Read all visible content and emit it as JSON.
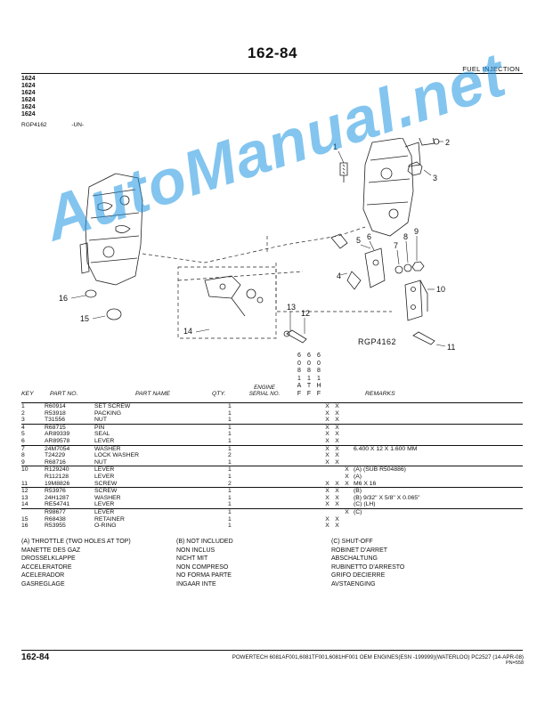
{
  "header": {
    "title": "162-84",
    "section": "FUEL INJECTION"
  },
  "models": [
    "1624",
    "1624",
    "1624",
    "1624",
    "1624",
    "1624"
  ],
  "figure": {
    "ref": "RGP4162",
    "tag": "-UN-",
    "image_label": "RGP4162",
    "callouts": [
      "1",
      "2",
      "3",
      "4",
      "5",
      "6",
      "7",
      "8",
      "9",
      "10",
      "11",
      "12",
      "13",
      "14",
      "15",
      "16"
    ]
  },
  "watermark": "AutoManual.net",
  "model_columns": [
    [
      "6",
      "0",
      "8",
      "1",
      "A",
      "F"
    ],
    [
      "6",
      "0",
      "8",
      "1",
      "T",
      "F"
    ],
    [
      "6",
      "0",
      "8",
      "1",
      "H",
      "F"
    ]
  ],
  "columns": {
    "key": "KEY",
    "part_no": "PART NO.",
    "part_name": "PART NAME",
    "qty": "QTY.",
    "engine_serial_1": "ENGINE",
    "engine_serial_2": "SERIAL NO.",
    "remarks": "REMARKS"
  },
  "parts": [
    {
      "key": "1",
      "part": "R60914",
      "name": "SET SCREW",
      "qty": "1",
      "m1": "X",
      "m2": "X",
      "m3": "",
      "rem": "",
      "sep": true
    },
    {
      "key": "2",
      "part": "R53918",
      "name": "PACKING",
      "qty": "1",
      "m1": "X",
      "m2": "X",
      "m3": "",
      "rem": ""
    },
    {
      "key": "3",
      "part": "T31556",
      "name": "NUT",
      "qty": "1",
      "m1": "X",
      "m2": "X",
      "m3": "",
      "rem": ""
    },
    {
      "key": "4",
      "part": "R68715",
      "name": "PIN",
      "qty": "1",
      "m1": "X",
      "m2": "X",
      "m3": "",
      "rem": "",
      "sep": true
    },
    {
      "key": "5",
      "part": "AR89339",
      "name": "SEAL",
      "qty": "1",
      "m1": "X",
      "m2": "X",
      "m3": "",
      "rem": ""
    },
    {
      "key": "6",
      "part": "AR89578",
      "name": "LEVER",
      "qty": "1",
      "m1": "X",
      "m2": "X",
      "m3": "",
      "rem": ""
    },
    {
      "key": "7",
      "part": "24M7054",
      "name": "WASHER",
      "qty": "1",
      "m1": "X",
      "m2": "X",
      "m3": "",
      "rem": "6.400 X 12 X 1.600 MM",
      "sep": true
    },
    {
      "key": "8",
      "part": "T24229",
      "name": "LOCK WASHER",
      "qty": "2",
      "m1": "X",
      "m2": "X",
      "m3": "",
      "rem": ""
    },
    {
      "key": "9",
      "part": "R68716",
      "name": "NUT",
      "qty": "1",
      "m1": "X",
      "m2": "X",
      "m3": "",
      "rem": ""
    },
    {
      "key": "10",
      "part": "R129240",
      "name": "LEVER",
      "qty": "1",
      "m1": "",
      "m2": "",
      "m3": "X",
      "rem": "(A) (SUB R504886)",
      "sep": true
    },
    {
      "key": "",
      "part": "R112128",
      "name": "LEVER",
      "qty": "1",
      "m1": "",
      "m2": "",
      "m3": "X",
      "rem": "(A)"
    },
    {
      "key": "11",
      "part": "19M8826",
      "name": "SCREW",
      "qty": "2",
      "m1": "X",
      "m2": "X",
      "m3": "X",
      "rem": "M6 X 16"
    },
    {
      "key": "12",
      "part": "R53976",
      "name": "SCREW",
      "qty": "1",
      "m1": "X",
      "m2": "X",
      "m3": "",
      "rem": "(B)",
      "sep": true
    },
    {
      "key": "13",
      "part": "24H1287",
      "name": "WASHER",
      "qty": "1",
      "m1": "X",
      "m2": "X",
      "m3": "",
      "rem": "(B) 9/32\" X 5/8\" X 0.065\""
    },
    {
      "key": "14",
      "part": "RE54741",
      "name": "LEVER",
      "qty": "1",
      "m1": "X",
      "m2": "X",
      "m3": "",
      "rem": "(C) (LH)"
    },
    {
      "key": "",
      "part": "R98677",
      "name": "LEVER",
      "qty": "1",
      "m1": "",
      "m2": "",
      "m3": "X",
      "rem": "(C)",
      "sep": true
    },
    {
      "key": "15",
      "part": "R68438",
      "name": "RETAINER",
      "qty": "1",
      "m1": "X",
      "m2": "X",
      "m3": "",
      "rem": ""
    },
    {
      "key": "16",
      "part": "R53955",
      "name": "O-RING",
      "qty": "1",
      "m1": "X",
      "m2": "X",
      "m3": "",
      "rem": ""
    }
  ],
  "notes": {
    "a": [
      "(A) THROTTLE (TWO HOLES AT TOP)",
      "MANETTE DES GAZ",
      "DROSSELKLAPPE",
      "ACCELERATORE",
      "ACELERADOR",
      "GASREGLAGE"
    ],
    "b": [
      "(B) NOT INCLUDED",
      "NON INCLUS",
      "NICHT MIT",
      "NON COMPRESO",
      "NO FORMA PARTE",
      "INGAAR INTE"
    ],
    "c": [
      "(C) SHUT-OFF",
      "ROBINET D'ARRET",
      "ABSCHALTUNG",
      "RUBINETTO D'ARRESTO",
      "GRIFO DECIERRE",
      "AVSTAENGING"
    ]
  },
  "footer": {
    "page": "162-84",
    "text": "POWERTECH 6081AF001,6081TF001,6081HF001 OEM ENGINES(ESN -199999)(WATERLOO)   PC2527   (14-APR-08)",
    "pn": "PN=558"
  }
}
